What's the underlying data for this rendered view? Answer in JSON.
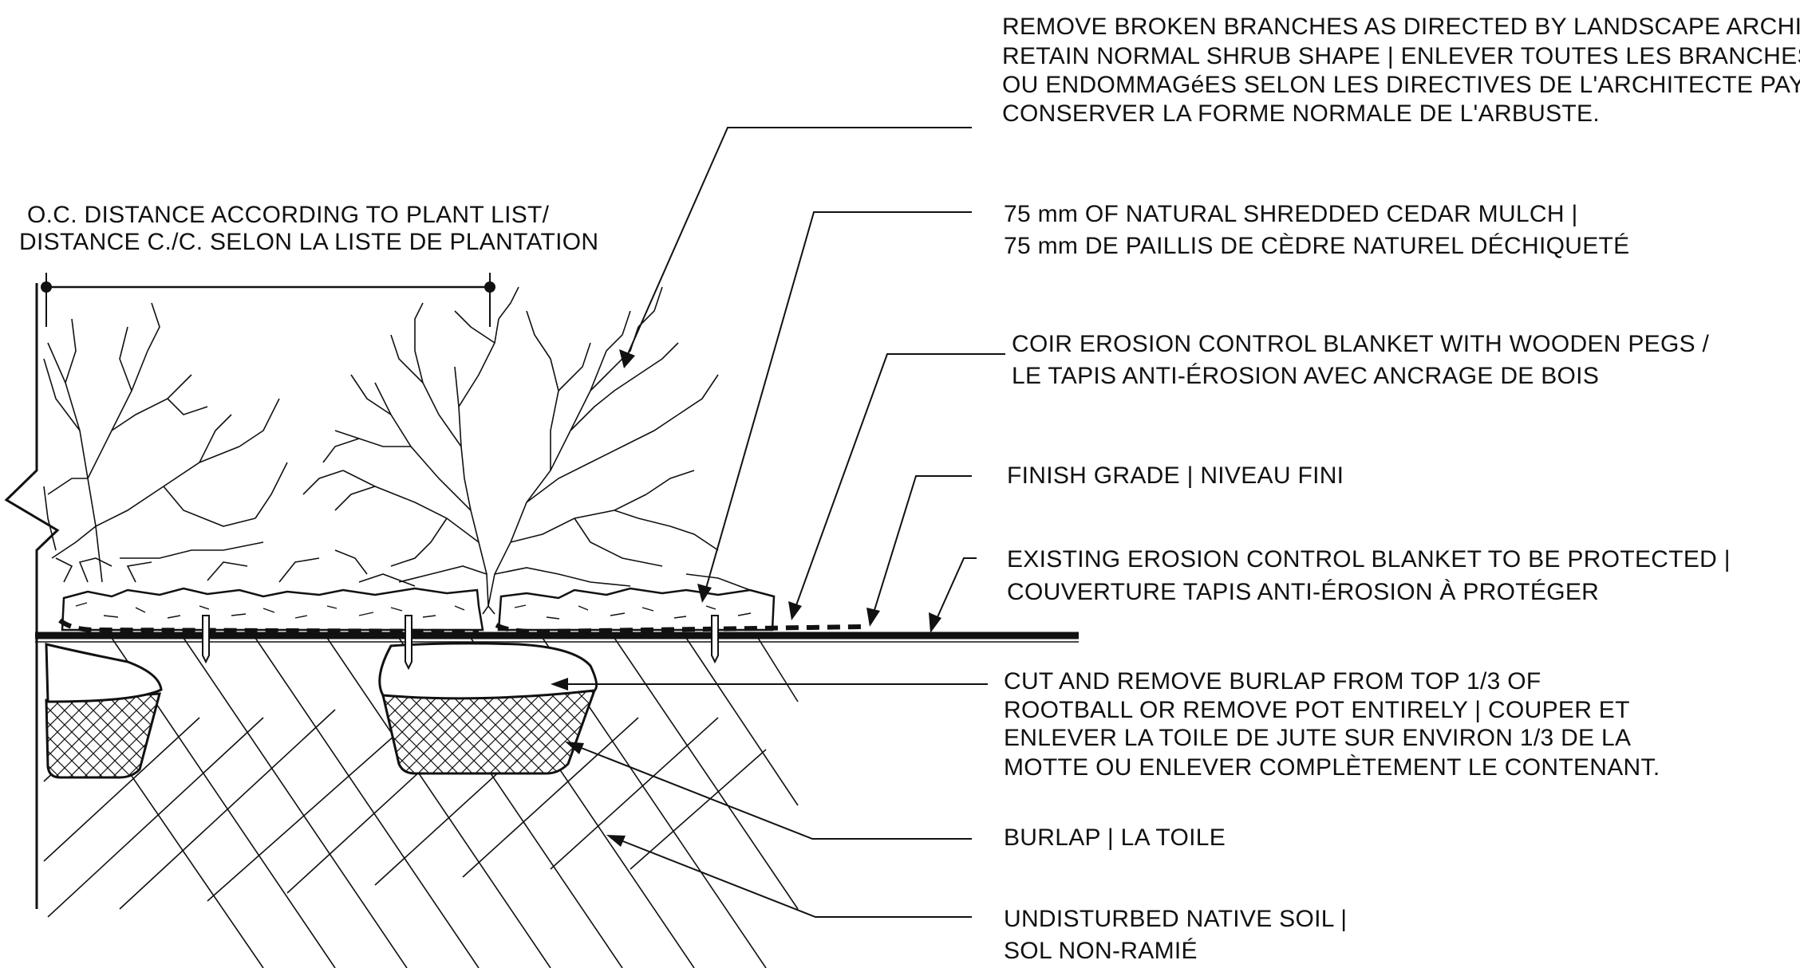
{
  "dimension": {
    "label_lines": [
      "O.C. DISTANCE ACCORDING TO PLANT LIST/",
      "DISTANCE C./C. SELON LA LISTE DE PLANTATION"
    ]
  },
  "callouts": [
    {
      "id": "broken-branches",
      "lines": [
        "REMOVE BROKEN BRANCHES AS DIRECTED BY LANDSCAPE ARCHITECT.",
        "RETAIN NORMAL SHRUB SHAPE  |  ENLEVER TOUTES LES BRANCHES BRISéES",
        "OU ENDOMMAGéES SELON LES DIRECTIVES DE L'ARCHITECTE PAYSAGISTE.",
        "CONSERVER LA FORME NORMALE DE L'ARBUSTE."
      ]
    },
    {
      "id": "cedar-mulch",
      "lines": [
        "75 mm OF NATURAL SHREDDED CEDAR MULCH  |",
        "75 mm DE PAILLIS DE CÈDRE NATUREL DÉCHIQUETÉ"
      ]
    },
    {
      "id": "coir-blanket",
      "lines": [
        "COIR EROSION CONTROL BLANKET WITH WOODEN PEGS /",
        "LE TAPIS ANTI-ÉROSION AVEC ANCRAGE DE BOIS"
      ]
    },
    {
      "id": "finish-grade",
      "lines": [
        "FINISH GRADE  |  NIVEAU FINI"
      ]
    },
    {
      "id": "existing-blanket",
      "lines": [
        "EXISTING EROSION CONTROL BLANKET TO BE PROTECTED |",
        "COUVERTURE TAPIS ANTI-ÉROSION À PROTÉGER"
      ]
    },
    {
      "id": "burlap-removal",
      "lines": [
        "CUT AND REMOVE BURLAP FROM TOP 1/3 OF",
        "ROOTBALL OR REMOVE POT ENTIRELY  |  COUPER ET",
        "ENLEVER LA TOILE DE JUTE SUR ENVIRON 1/3 DE LA",
        "MOTTE OU ENLEVER COMPLÈTEMENT LE CONTENANT."
      ]
    },
    {
      "id": "burlap",
      "lines": [
        "BURLAP |  LA TOILE"
      ]
    },
    {
      "id": "native-soil",
      "lines": [
        "UNDISTURBED NATIVE SOIL |",
        "SOL NON-RAMIÉ"
      ]
    }
  ]
}
